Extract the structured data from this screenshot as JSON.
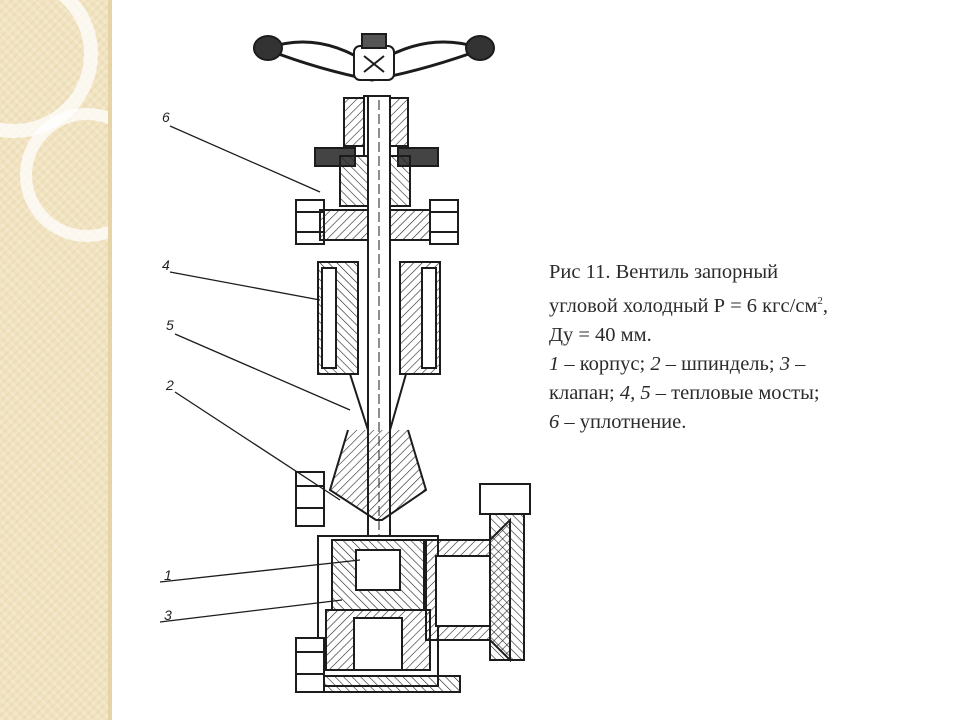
{
  "caption": {
    "title_line1": "Рис 11. Вентиль запорный",
    "title_line2": "угловой холодный Р = 6 кгс/см",
    "title_sup": "2",
    "title_line2_end": ",",
    "title_line3": "Ду = 40 мм.",
    "legend": [
      {
        "num": "1",
        "text": " – корпус; "
      },
      {
        "num": "2",
        "text": " – шпиндель; "
      },
      {
        "num": "3",
        "text": " –"
      },
      {
        "text": "клапан; "
      },
      {
        "num": "4, 5",
        "text": " – тепловые мосты;"
      },
      {
        "num": "6",
        "text": " – уплотнение."
      }
    ]
  },
  "drawing": {
    "callouts": [
      "6",
      "4",
      "5",
      "2",
      "1",
      "3"
    ]
  }
}
